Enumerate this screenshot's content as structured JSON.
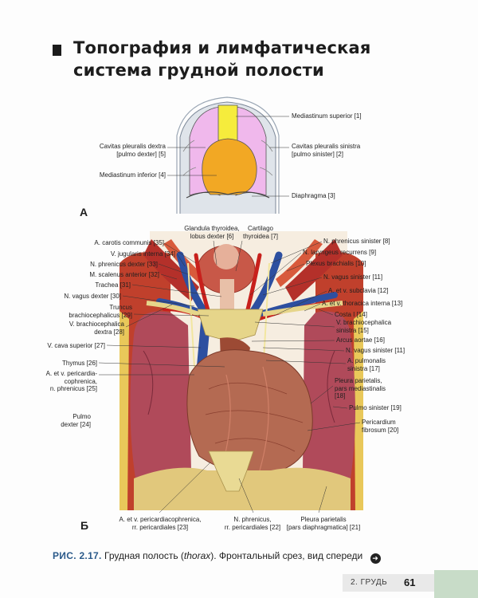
{
  "title": "Топография и лимфатическая система грудной полости",
  "panel_a": {
    "letter": "А",
    "labels": {
      "mediastinum_superior": "Mediastinum superior [1]",
      "cavitas_dextra": "Cavitas pleuralis dextra\n[pulmo dexter] [5]",
      "cavitas_sinistra": "Cavitas pleuralis sinistra\n[pulmo sinister] [2]",
      "mediastinum_inferior": "Mediastinum inferior [4]",
      "diaphragma": "Diaphragma [3]"
    }
  },
  "panel_b": {
    "letter": "Б",
    "top_labels": {
      "glandula": "Glandula thyroidea,\nlobus dexter [6]",
      "cartilago": "Cartilago\nthyroidea [7]"
    },
    "left_labels": {
      "carotis": "A. carotis communis [35]",
      "jugularis": "V. jugularis interna [34]",
      "phrenicus_dexter": "N. phrenicus dexter [33]",
      "scalenus": "M. scalenus anterior [32]",
      "trachea": "Trachea [31]",
      "vagus_dexter": "N. vagus dexter [30]",
      "truncus": "Truncus\nbrachiocephalicus [29]",
      "brachio_dextra": "V. brachiocephalica\ndextra [28]",
      "cava": "V. cava superior [27]",
      "thymus": "Thymus [26]",
      "pericardiacophrenica": "A. et v. pericardia-\ncophrenica,\nn. phrenicus [25]",
      "pulmo_dexter": "Pulmo\ndexter [24]"
    },
    "right_labels": {
      "phrenicus_sinister": "N. phrenicus sinister [8]",
      "laryngeus": "N. laryngeus recurrens [9]",
      "plexus": "Plexus brachialis [10]",
      "vagus_sinister_11a": "N. vagus sinister [11]",
      "subclavia": "A. et v. subclavia [12]",
      "thoracica": "A. et v. thoracica interna [13]",
      "costa": "Costa I [14]",
      "brachio_sinistra": "V. brachiocephalica\nsinistra [15]",
      "arcus": "Arcus aortae [16]",
      "vagus_sinister_11b": "N. vagus sinister [11]",
      "pulmonalis": "A. pulmonalis\nsinistra [17]",
      "pleura_med": "Pleura parietalis,\npars mediastinalis\n[18]",
      "pulmo_sinister": "Pulmo sinister [19]",
      "pericardium": "Pericardium\nfibrosum [20]"
    },
    "bottom_labels": {
      "rr_pericardiales": "A. et v. pericardiacophrenica,\nrr. pericardiales [23]",
      "phrenicus_rr": "N. phrenicus,\nrr. pericardiales [22]",
      "pleura_diaph": "Pleura parietalis\n[pars diaphragmatica] [21]"
    }
  },
  "caption": {
    "fig": "РИС. 2.17.",
    "text_before": "Грудная полость (",
    "text_italic": "thorax",
    "text_after": "). Фронтальный срез, вид спереди",
    "icon": "arrow-right-circle-icon"
  },
  "footer": {
    "section": "2. ГРУДЬ",
    "page": "61"
  },
  "colors": {
    "pleura_pink": "#f0b8ec",
    "mediastinum_superior": "#f6ec3c",
    "mediastinum_inferior": "#f2a824",
    "lung": "#b04a5a",
    "muscle": "#c0402c",
    "vein": "#2d4fa0",
    "artery": "#c8201c",
    "bone": "#e6d58a",
    "heart": "#a8543a",
    "caption_blue": "#2b5a8a"
  }
}
